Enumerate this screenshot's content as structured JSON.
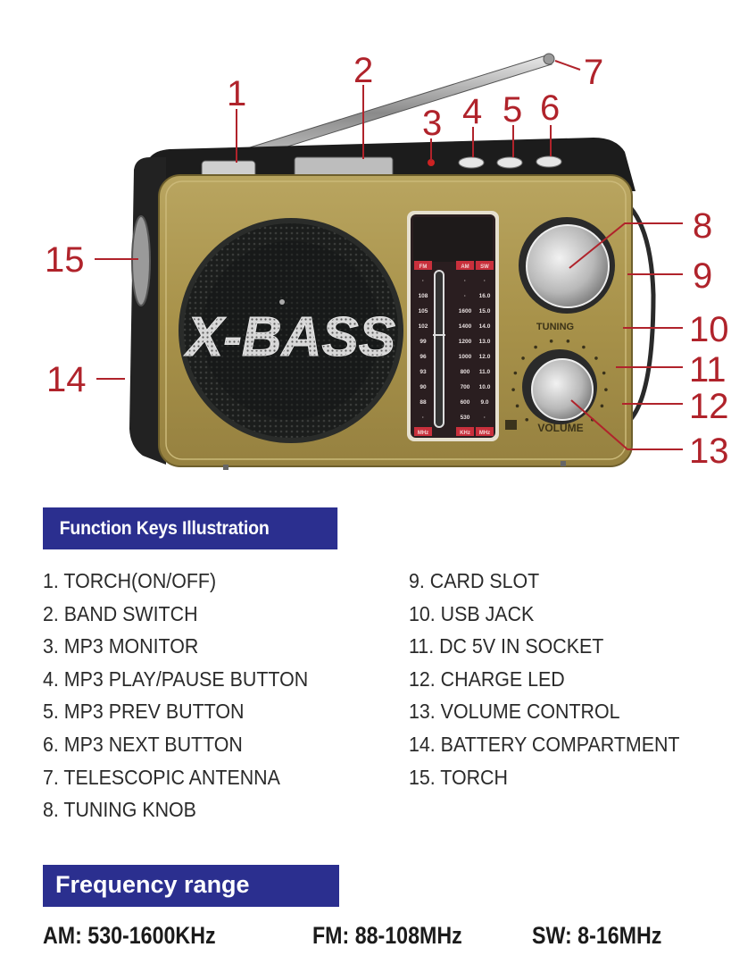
{
  "radio": {
    "brand_logo": "X-BASS",
    "tuning_label": "TUNING",
    "volume_label": "VOLUME",
    "dial": {
      "band_labels_top": [
        "FM",
        "AM",
        "SW"
      ],
      "band_labels_bottom": [
        "MHz",
        "KHz",
        "MHz"
      ],
      "fm_scale": [
        "·",
        "108",
        "105",
        "102",
        "99",
        "96",
        "93",
        "90",
        "88",
        "·"
      ],
      "am_scale": [
        "·",
        "·",
        "1600",
        "1400",
        "1200",
        "1000",
        "800",
        "700",
        "600",
        "530"
      ],
      "sw_scale": [
        "·",
        "16.0",
        "15.0",
        "14.0",
        "13.0",
        "12.0",
        "11.0",
        "10.0",
        "9.0",
        "·"
      ]
    },
    "callouts": [
      "1",
      "2",
      "3",
      "4",
      "5",
      "6",
      "7",
      "8",
      "9",
      "10",
      "11",
      "12",
      "13",
      "14",
      "15"
    ],
    "colors": {
      "body_gold": "#a8924a",
      "trim_black": "#1c1c1c",
      "callout_red": "#b0232b",
      "header_blue": "#2b2f8f"
    }
  },
  "function_keys": {
    "title": "Function Keys Illustration",
    "left": [
      "1. TORCH(ON/OFF)",
      "2. BAND SWITCH",
      "3. MP3 MONITOR",
      "4. MP3 PLAY/PAUSE BUTTON",
      "5. MP3 PREV BUTTON",
      "6. MP3 NEXT BUTTON",
      "7. TELESCOPIC ANTENNA",
      "8. TUNING KNOB"
    ],
    "right": [
      "9. CARD SLOT",
      "10. USB JACK",
      "11. DC 5V IN SOCKET",
      "12. CHARGE LED",
      "13. VOLUME CONTROL",
      "14. BATTERY COMPARTMENT",
      "15. TORCH"
    ]
  },
  "frequency": {
    "title": "Frequency range",
    "am": "AM: 530-1600KHz",
    "fm": "FM: 88-108MHz",
    "sw": "SW: 8-16MHz"
  }
}
